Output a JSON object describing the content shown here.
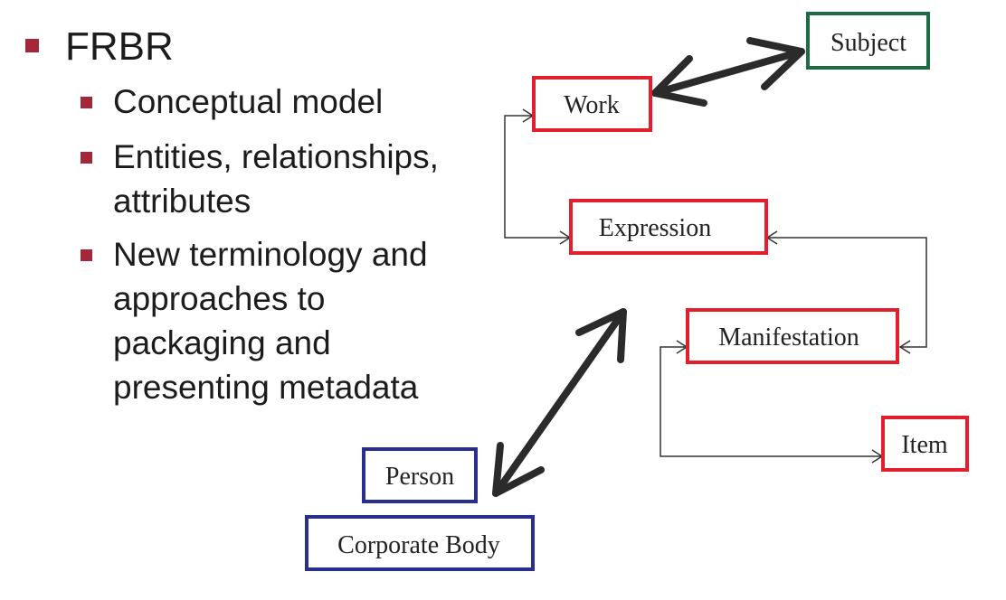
{
  "slide": {
    "title": "FRBR",
    "bullets": [
      {
        "lines": [
          "Conceptual model"
        ]
      },
      {
        "lines": [
          "Entities, relationships,",
          "attributes"
        ]
      },
      {
        "lines": [
          "New terminology and",
          "approaches to",
          "packaging and",
          "presenting metadata"
        ]
      }
    ]
  },
  "diagram": {
    "entities": {
      "work": "Work",
      "expression": "Expression",
      "manifestation": "Manifestation",
      "item": "Item",
      "subject": "Subject",
      "person": "Person",
      "corporate_body": "Corporate Body"
    }
  },
  "colors": {
    "bullet": "#a3263a",
    "group1_border": "#e2202d",
    "subject_border": "#1d6b45",
    "agent_border": "#2a2e8f",
    "arrow_bold": "#2b2b2b",
    "arrow_thin": "#333333"
  }
}
